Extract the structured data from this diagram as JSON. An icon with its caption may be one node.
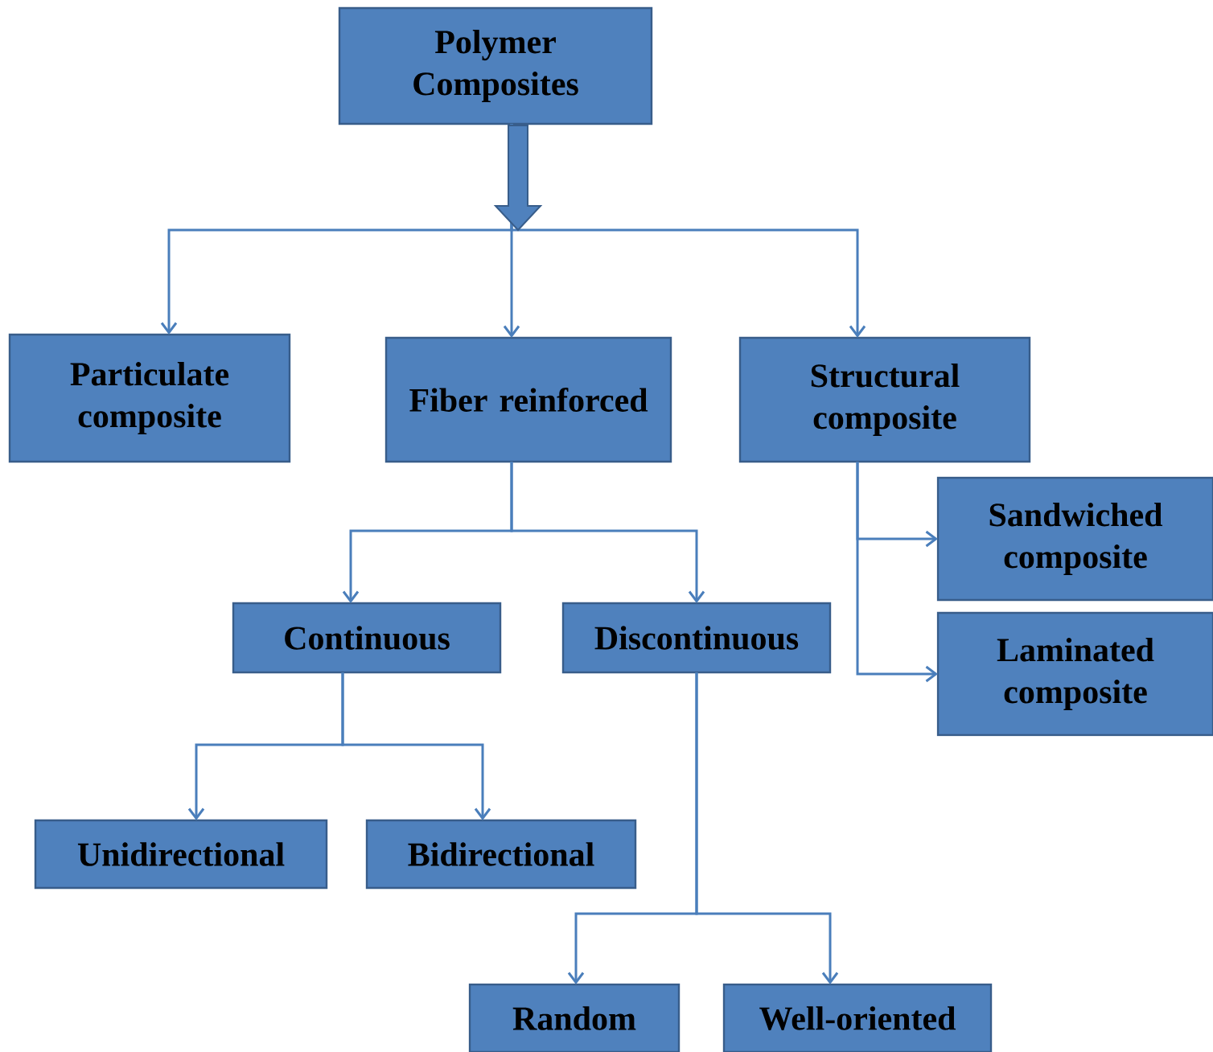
{
  "diagram": {
    "nodes": [
      {
        "text": [
          "Polymer Composites"
        ]
      },
      {
        "text": [
          "Particulate composite"
        ]
      },
      {
        "text": [
          "Fiber reinforced"
        ]
      },
      {
        "text": [
          "Structural composite"
        ]
      },
      {
        "text": [
          "Sandwiched composite"
        ]
      },
      {
        "text": [
          "Laminated composite"
        ]
      },
      {
        "text": [
          "Continuous"
        ]
      },
      {
        "text": [
          "Discontinuous"
        ]
      },
      {
        "text": [
          "Unidirectional"
        ]
      },
      {
        "text": [
          "Bidirectional"
        ]
      },
      {
        "text": [
          "Random"
        ]
      },
      {
        "text": [
          "Well-oriented"
        ]
      }
    ],
    "edges": [
      {
        "from": 0,
        "to": 1,
        "arrow": "to"
      },
      {
        "from": 0,
        "to": 2,
        "arrow": "to"
      },
      {
        "from": 0,
        "to": 3,
        "arrow": "to"
      },
      {
        "from": 2,
        "to": 6,
        "arrow": "to"
      },
      {
        "from": 2,
        "to": 7,
        "arrow": "to"
      },
      {
        "from": 3,
        "to": 4,
        "arrow": "to"
      },
      {
        "from": 3,
        "to": 5,
        "arrow": "to"
      },
      {
        "from": 6,
        "to": 8,
        "arrow": "to"
      },
      {
        "from": 6,
        "to": 9,
        "arrow": "to"
      },
      {
        "from": 7,
        "to": 10,
        "arrow": "to"
      },
      {
        "from": 7,
        "to": 11,
        "arrow": "to"
      }
    ]
  }
}
